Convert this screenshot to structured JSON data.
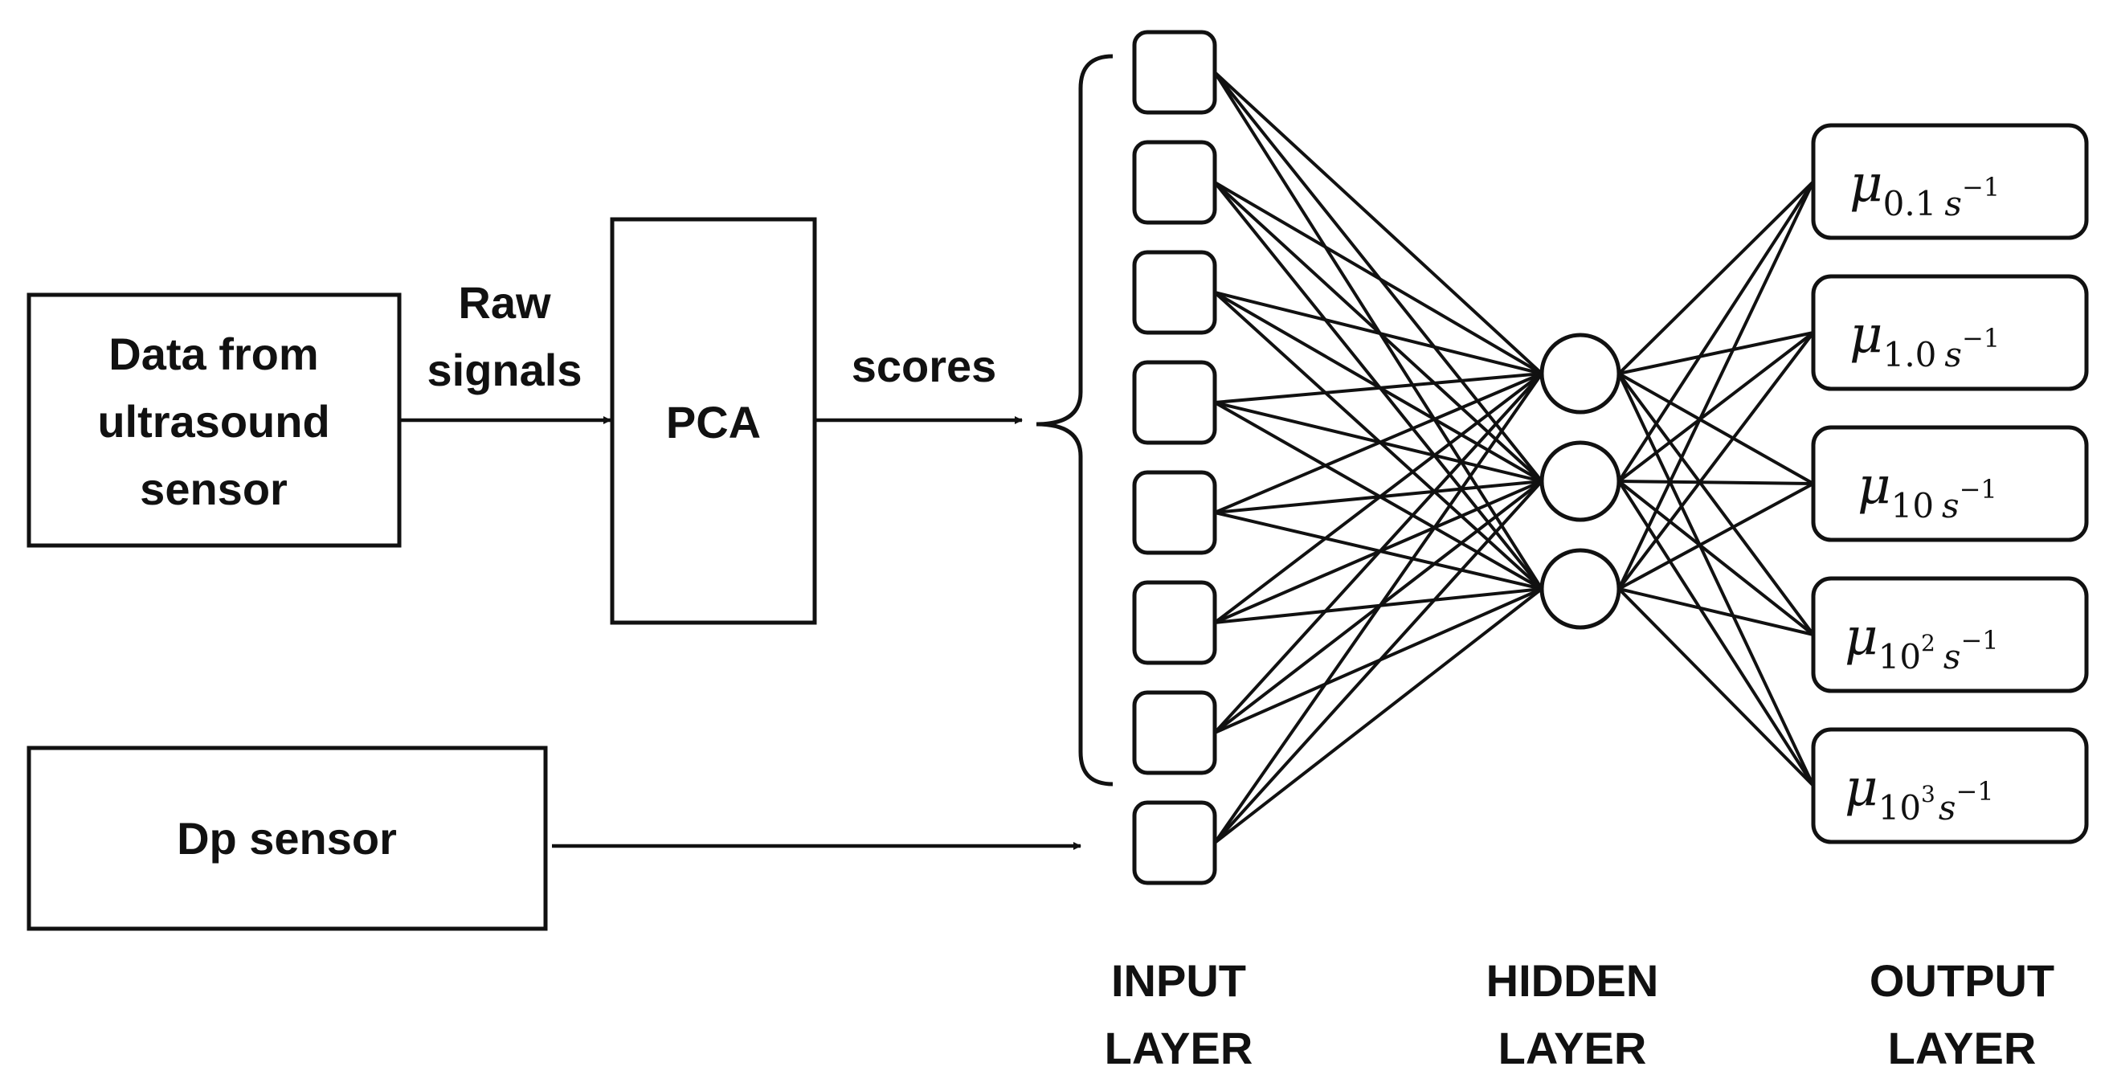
{
  "blocks": {
    "ultrasound": [
      "Data from",
      "ultrasound",
      "sensor"
    ],
    "pca": "PCA",
    "dp": "Dp sensor"
  },
  "arrows": {
    "raw": [
      "Raw",
      "signals"
    ],
    "scores": "scores"
  },
  "outputs": [
    {
      "mu": "μ",
      "sub": "0.1",
      "sup": "",
      "unit": "s",
      "unit_exp": "−1"
    },
    {
      "mu": "μ",
      "sub": "1.0",
      "sup": "",
      "unit": "s",
      "unit_exp": "−1"
    },
    {
      "mu": "μ",
      "sub": "10",
      "sup": "",
      "unit": "s",
      "unit_exp": "−1"
    },
    {
      "mu": "μ",
      "sub": "10",
      "sup": "2",
      "unit": "s",
      "unit_exp": "−1"
    },
    {
      "mu": "μ",
      "sub": "10",
      "sup": "3",
      "unit": "s",
      "unit_exp": "−1"
    }
  ],
  "layers": {
    "input": [
      "INPUT",
      "LAYER"
    ],
    "hidden": [
      "HIDDEN",
      "LAYER"
    ],
    "output": [
      "OUTPUT",
      "LAYER"
    ]
  },
  "network": {
    "input_nodes": 8,
    "hidden_nodes": 3,
    "output_nodes": 5
  }
}
